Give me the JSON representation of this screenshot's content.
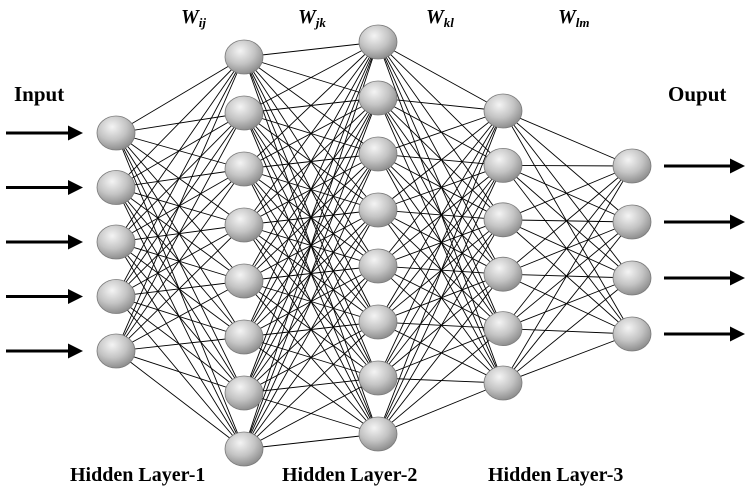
{
  "labels": {
    "input": "Input",
    "output": "Ouput",
    "weights": [
      {
        "base": "W",
        "sub": "ij"
      },
      {
        "base": "W",
        "sub": "jk"
      },
      {
        "base": "W",
        "sub": "kl"
      },
      {
        "base": "W",
        "sub": "lm"
      }
    ],
    "hidden_layers": [
      "Hidden Layer-1",
      "Hidden Layer-2",
      "Hidden Layer-3"
    ]
  },
  "layers": [
    {
      "id": "input-layer",
      "nodes": 5
    },
    {
      "id": "hidden-layer-1",
      "nodes": 8
    },
    {
      "id": "hidden-layer-2",
      "nodes": 8
    },
    {
      "id": "hidden-layer-3",
      "nodes": 6
    },
    {
      "id": "output-layer",
      "nodes": 4
    }
  ],
  "input_arrows": 5,
  "output_arrows": 4,
  "colors": {
    "node_light": "#f4f4f4",
    "node_dark": "#8c8c8c",
    "edge": "#000000"
  }
}
